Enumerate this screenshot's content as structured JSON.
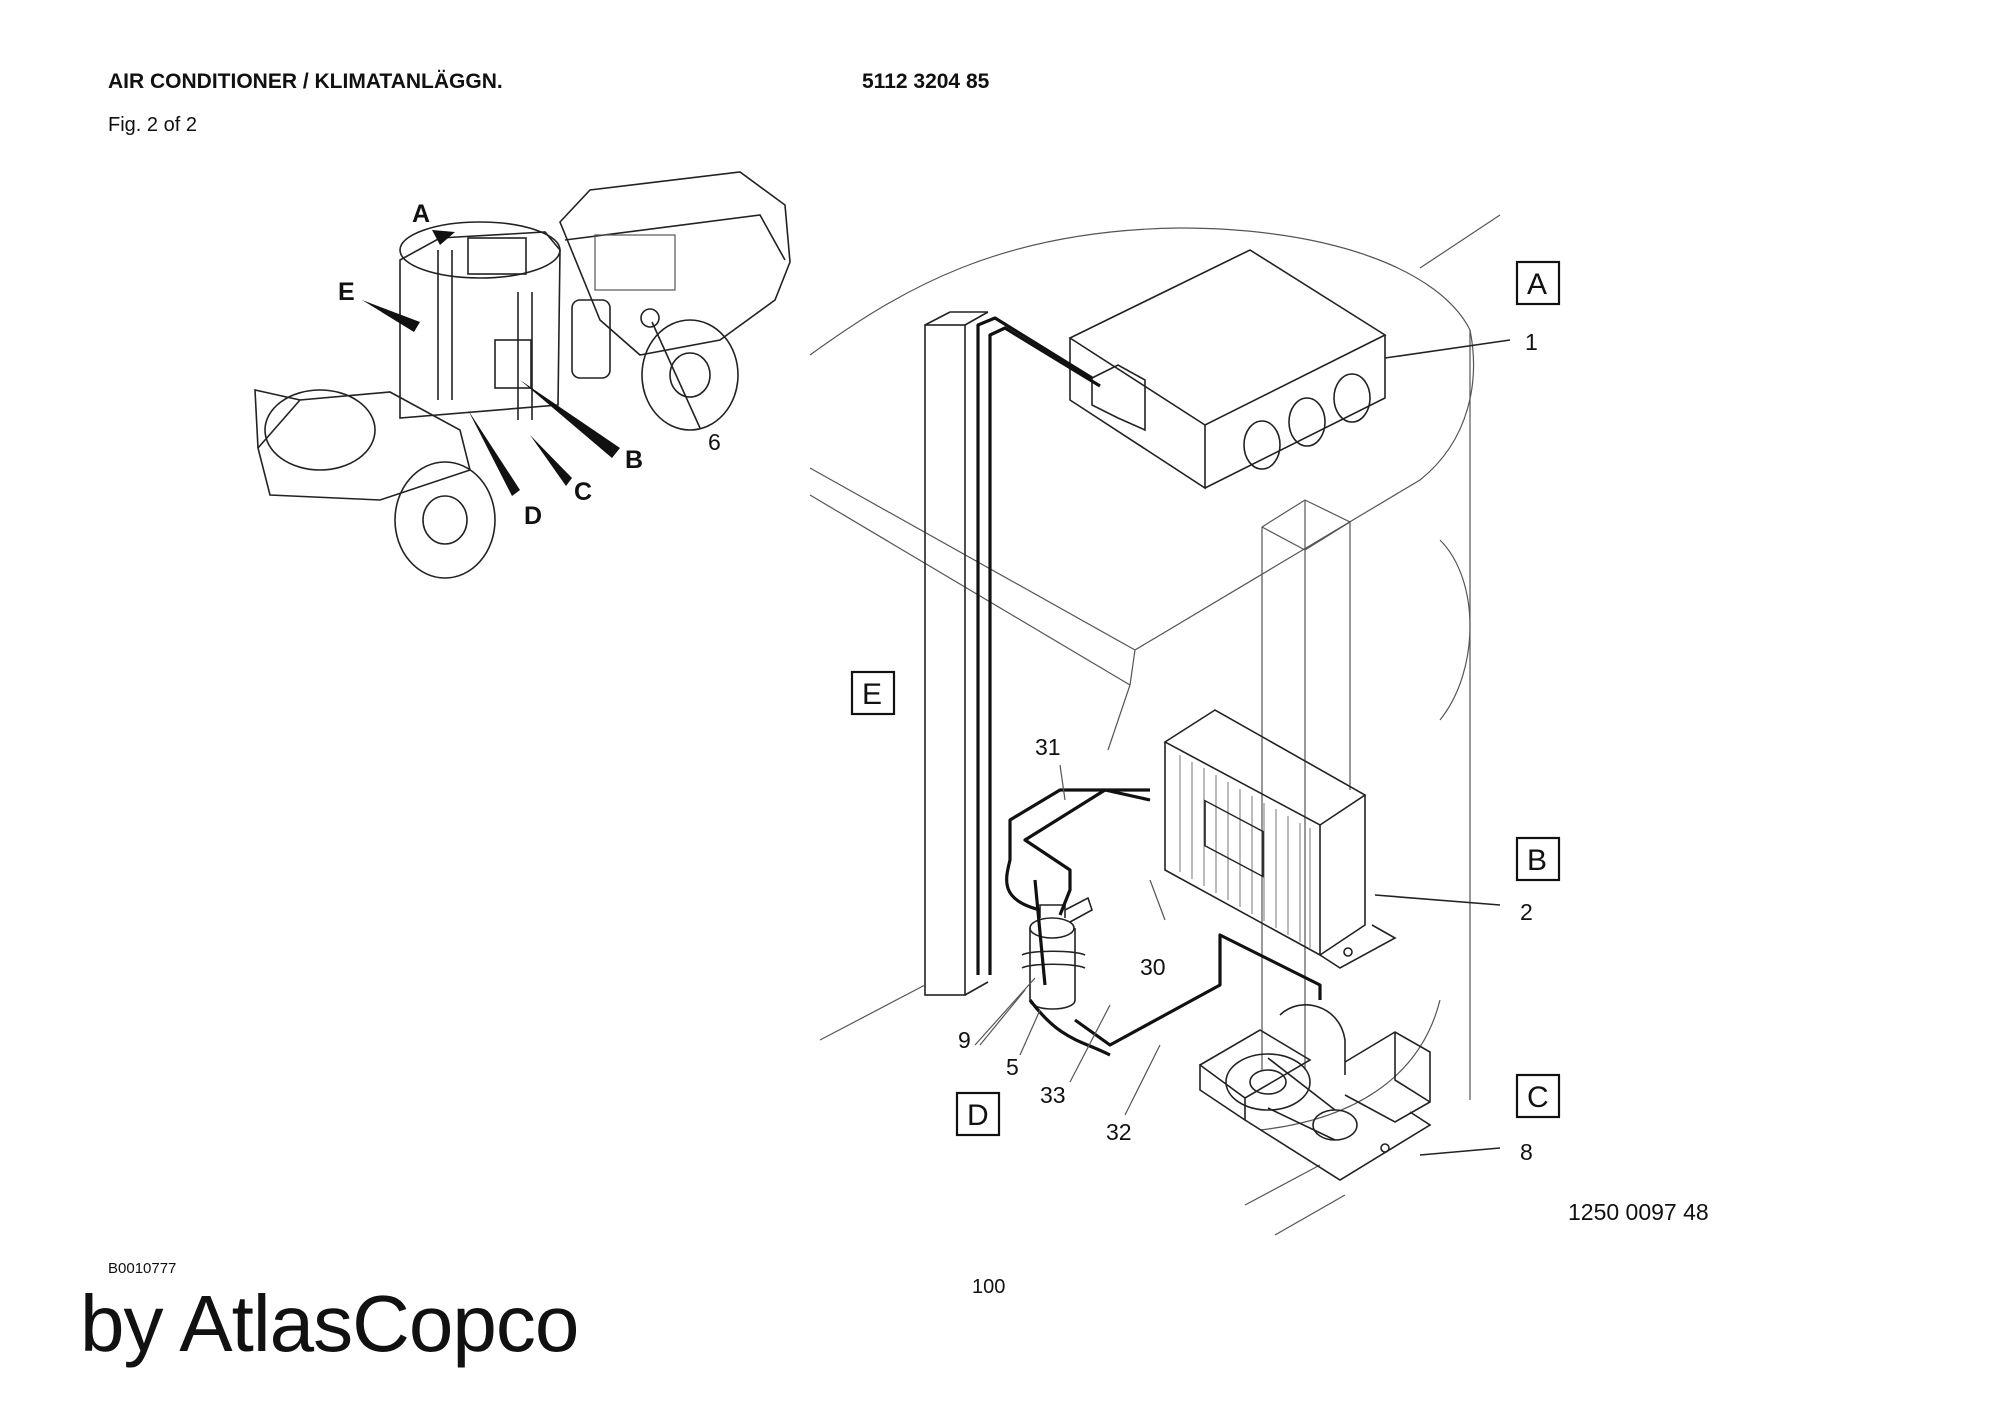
{
  "header": {
    "title": "AIR CONDITIONER / KLIMATANLÄGGN.",
    "part_number": "5112 3204 85",
    "figure": "Fig. 2 of 2"
  },
  "diagram": {
    "sections": [
      "A",
      "B",
      "C",
      "D",
      "E"
    ],
    "overview_labels": [
      "A",
      "E",
      "B",
      "C",
      "D"
    ],
    "overview_callout": "6",
    "callouts": [
      "1",
      "2",
      "8",
      "31",
      "30",
      "9",
      "5",
      "33",
      "32"
    ],
    "drawing_number": "1250 0097 48"
  },
  "footer": {
    "doc_code": "B0010777",
    "page_number": "100",
    "brand": "by AtlasCopco"
  }
}
